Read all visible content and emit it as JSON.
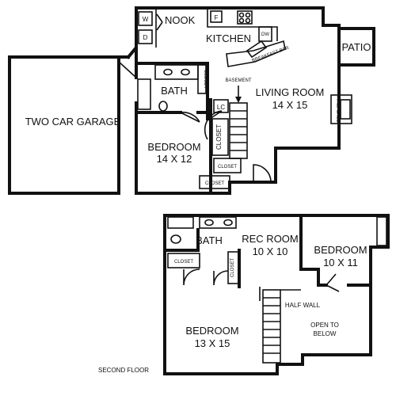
{
  "first_floor": {
    "garage": "TWO CAR GARAGE",
    "nook": "NOOK",
    "washer": "W",
    "dryer": "D",
    "fridge": "F",
    "kitchen": "KITCHEN",
    "dishwasher": "DW",
    "breakfast_bar": "BREAKFAST BAR",
    "patio": "PATIO",
    "bath": "BATH",
    "basement": "BASEMENT",
    "living_room": "LIVING ROOM",
    "living_room_size": "14 X 15",
    "linen_closet": "LC",
    "fireplace": "FIREPLACE",
    "closet_vertical": "CLOSET",
    "closet_bath": "CLOSET",
    "closet_mid": "CLOSET",
    "closet_bottom": "CLOSET",
    "bedroom": "BEDROOM",
    "bedroom_size": "14 X 12"
  },
  "second_floor": {
    "bath": "BATH",
    "rec_room": "REC ROOM",
    "rec_room_size": "10 X 10",
    "bedroom_right": "BEDROOM",
    "bedroom_right_size": "10 X 11",
    "closet_left": "CLOSET",
    "closet_center": "CLOSET",
    "half_wall": "HALF WALL",
    "open_to": "OPEN TO",
    "below": "BELOW",
    "bedroom_left": "BEDROOM",
    "bedroom_left_size": "13 X 15",
    "floor_label": "SECOND FLOOR"
  }
}
